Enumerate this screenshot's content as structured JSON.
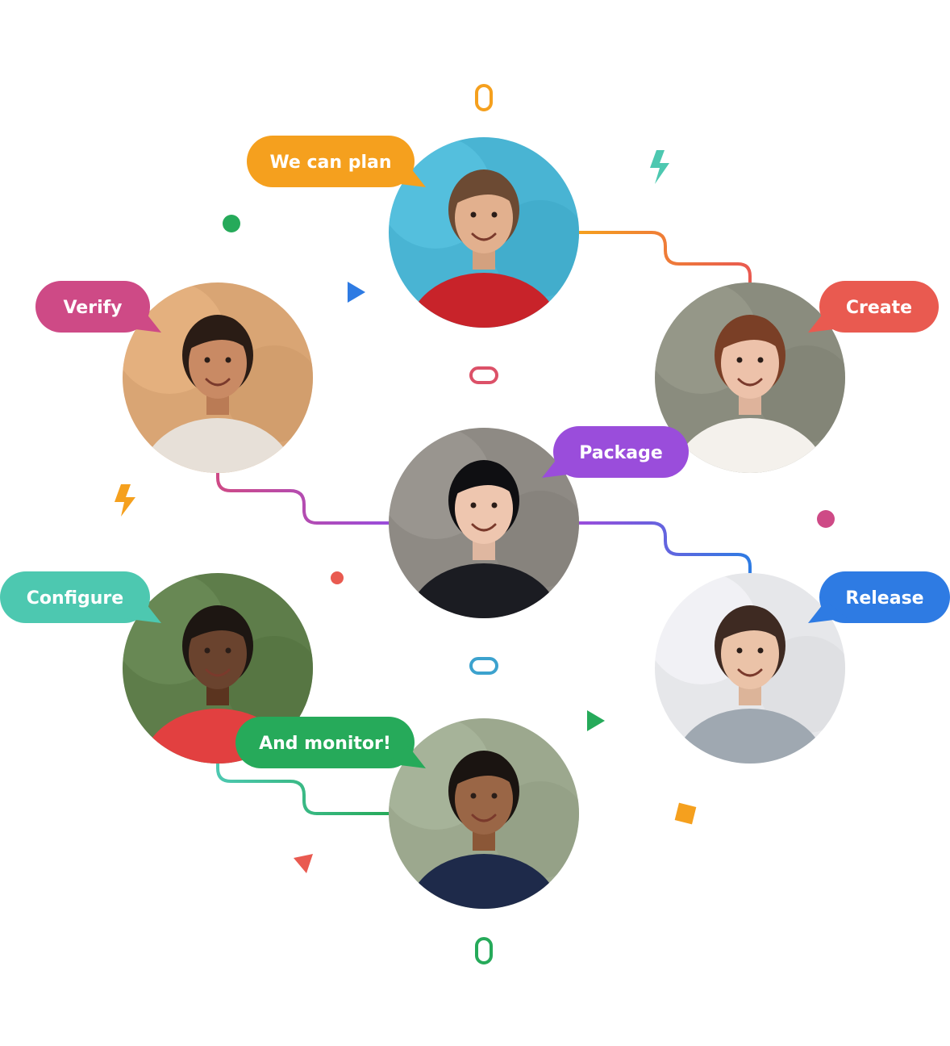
{
  "colors": {
    "orange": "#F5A01E",
    "red": "#E95A50",
    "magenta": "#CE4A86",
    "purple": "#9A4DDB",
    "blue": "#2E7BE3",
    "teal": "#4DC8B0",
    "green": "#26AA5A"
  },
  "steps": [
    {
      "id": "plan",
      "label": "We can plan",
      "color": "#F5A01E",
      "photo_bg": "#49B4D3",
      "shirt": "#C8232A",
      "skin": "#E2B08E",
      "hair": "#6C4A33"
    },
    {
      "id": "create",
      "label": "Create",
      "color": "#E95A50",
      "photo_bg": "#8A8C7E",
      "shirt": "#F4F1EC",
      "skin": "#EDC2AA",
      "hair": "#7A3F26"
    },
    {
      "id": "verify",
      "label": "Verify",
      "color": "#CE4A86",
      "photo_bg": "#D9A574",
      "shirt": "#E7E0D8",
      "skin": "#C98A64",
      "hair": "#2A1C15"
    },
    {
      "id": "package",
      "label": "Package",
      "color": "#9A4DDB",
      "photo_bg": "#8E8A84",
      "shirt": "#1B1C22",
      "skin": "#EEC6AF",
      "hair": "#0F0F12"
    },
    {
      "id": "release",
      "label": "Release",
      "color": "#2E7BE3",
      "photo_bg": "#E6E7EA",
      "shirt": "#9FA8B1",
      "skin": "#EBC3A8",
      "hair": "#3E2A22"
    },
    {
      "id": "configure",
      "label": "Configure",
      "color": "#4DC8B0",
      "photo_bg": "#5E7D4A",
      "shirt": "#E24040",
      "skin": "#6A432E",
      "hair": "#1D1612"
    },
    {
      "id": "monitor",
      "label": "And monitor!",
      "color": "#26AA5A",
      "photo_bg": "#9CA88E",
      "shirt": "#1E2A4A",
      "skin": "#9A6646",
      "hair": "#1A1411"
    }
  ],
  "icons": {
    "lightning": "lightning-icon",
    "dot": "dot-icon",
    "triangle": "triangle-icon",
    "square": "square-icon",
    "connector": "link-connector-icon"
  }
}
